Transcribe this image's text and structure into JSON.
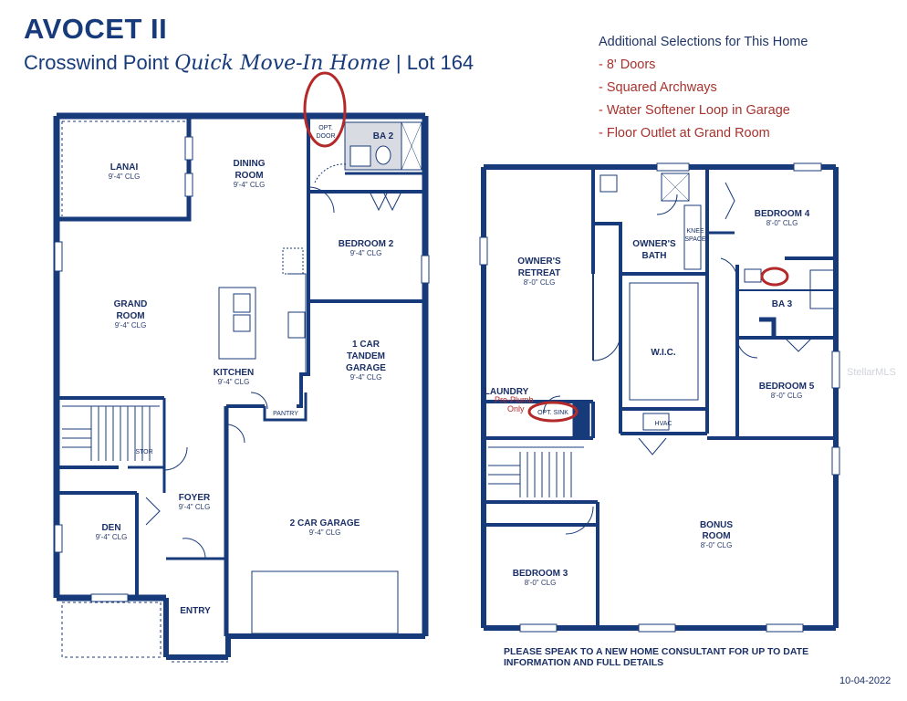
{
  "header": {
    "title": "AVOCET II",
    "community": "Crosswind Point",
    "home_type": "Quick Move-In Home",
    "separator": "|",
    "lot": "Lot 164"
  },
  "selections": {
    "heading": "Additional Selections for This Home",
    "items": [
      "- 8' Doors",
      "- Squared Archways",
      "- Water Softener Loop in Garage",
      "- Floor Outlet at Grand Room"
    ]
  },
  "first_floor": {
    "lanai": {
      "name": "LANAI",
      "clg": "9'-4\" CLG"
    },
    "dining": {
      "name1": "DINING",
      "name2": "ROOM",
      "clg": "9'-4\" CLG"
    },
    "opt_door": {
      "l1": "OPT.",
      "l2": "DOOR"
    },
    "ba2": {
      "name": "BA 2"
    },
    "bedroom2": {
      "name": "BEDROOM 2",
      "clg": "9'-4\" CLG"
    },
    "grand": {
      "name1": "GRAND",
      "name2": "ROOM",
      "clg": "9'-4\" CLG"
    },
    "kitchen": {
      "name": "KITCHEN",
      "clg": "9'-4\" CLG"
    },
    "pantry": {
      "name": "PANTRY"
    },
    "tandem": {
      "name1": "1 CAR",
      "name2": "TANDEM",
      "name3": "GARAGE",
      "clg": "9'-4\" CLG"
    },
    "stor": {
      "name": "STOR"
    },
    "foyer": {
      "name": "FOYER",
      "clg": "9'-4\" CLG"
    },
    "den": {
      "name": "DEN",
      "clg": "9'-4\" CLG"
    },
    "garage2": {
      "name": "2 CAR GARAGE",
      "clg": "9'-4\" CLG"
    },
    "entry": {
      "name": "ENTRY"
    }
  },
  "second_floor": {
    "owners_retreat": {
      "name1": "OWNER'S",
      "name2": "RETREAT",
      "clg": "8'-0\" CLG"
    },
    "owners_bath": {
      "name1": "OWNER'S",
      "name2": "BATH"
    },
    "knee": {
      "l1": "KNEE",
      "l2": "SPACE"
    },
    "bedroom4": {
      "name": "BEDROOM 4",
      "clg": "8'-0\" CLG"
    },
    "ba3": {
      "name": "BA 3"
    },
    "wic": {
      "name": "W.I.C."
    },
    "laundry": {
      "name": "LAUNDRY",
      "pre1": "Pre-Plumb",
      "pre2": "Only",
      "sink": "OPT. SINK"
    },
    "hvac": {
      "name": "HVAC"
    },
    "bedroom5": {
      "name": "BEDROOM 5",
      "clg": "8'-0\" CLG"
    },
    "bonus": {
      "name1": "BONUS",
      "name2": "ROOM",
      "clg": "8'-0\" CLG"
    },
    "bedroom3": {
      "name": "BEDROOM 3",
      "clg": "8'-0\" CLG"
    }
  },
  "footer": {
    "note1": "PLEASE SPEAK TO A NEW HOME CONSULTANT FOR UP TO DATE",
    "note2": "INFORMATION AND FULL DETAILS",
    "date": "10-04-2022",
    "watermark": "StellarMLS"
  },
  "colors": {
    "wall": "#173a7a",
    "annotation": "#b42a2a",
    "text": "#1a2f66"
  }
}
